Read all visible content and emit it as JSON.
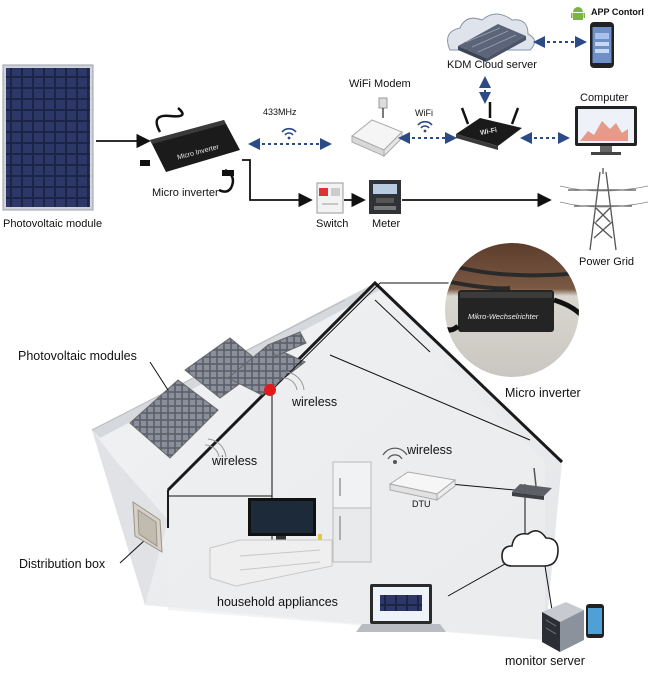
{
  "top": {
    "pv_module_label": "Photovoltaic module",
    "micro_inverter_label": "Micro inverter",
    "micro_inverter_device_text": "Micro Inverter",
    "link_433_label": "433MHz",
    "wifi_modem_label": "WiFi Modem",
    "wifi_label": "WiFi",
    "cloud_label": "KDM Cloud server",
    "app_label": "APP Contorl",
    "computer_label": "Computer",
    "switch_label": "Switch",
    "meter_label": "Meter",
    "grid_label": "Power Grid"
  },
  "bottom": {
    "pv_modules_label": "Photovoltaic modules",
    "wireless_1": "wireless",
    "wireless_2": "wireless",
    "wireless_3": "wireless",
    "micro_inverter_label": "Micro inverter",
    "photo_device_text": "Mikro-Wechselrichter",
    "dtu_label": "DTU",
    "distribution_box_label": "Distribution box",
    "household_label": "household appliances",
    "monitor_server_label": "monitor server"
  },
  "colors": {
    "arrow_dark": "#111111",
    "link_blue": "#2b4a86",
    "roof_line": "#1a1a1a"
  }
}
